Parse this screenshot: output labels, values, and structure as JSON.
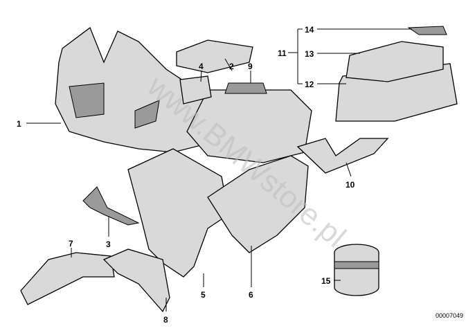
{
  "diagram": {
    "watermark": "www.BMWstore.pl",
    "drawing_number": "00007049",
    "callouts": [
      "1",
      "2",
      "3",
      "4",
      "5",
      "6",
      "7",
      "8",
      "9",
      "10",
      "11",
      "12",
      "13",
      "14",
      "15"
    ]
  }
}
